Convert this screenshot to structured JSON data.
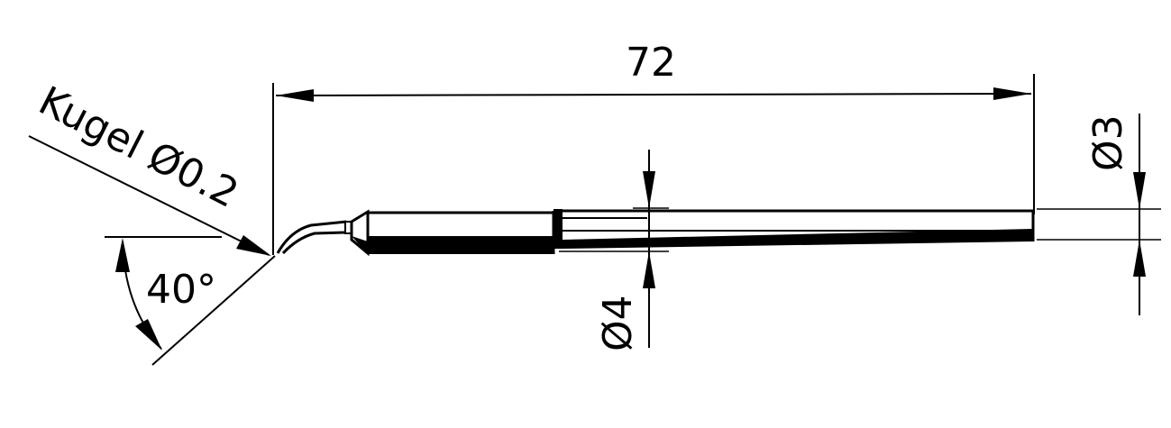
{
  "drawing": {
    "overall_length": "72",
    "ball_label": "Kugel Ø0.2",
    "angle_label": "40°",
    "dia_shank_label": "Ø4",
    "dia_tip_label": "Ø3"
  },
  "colors": {
    "ink": "#000000",
    "background": "#ffffff"
  }
}
